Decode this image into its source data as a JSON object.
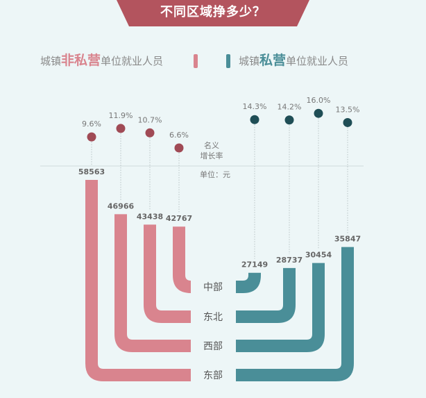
{
  "title": "不同区域挣多少？",
  "legend": {
    "left_prefix": "城镇",
    "left_highlight": "非私营",
    "left_suffix": "单位就业人员",
    "right_prefix": "城镇",
    "right_highlight": "私营",
    "right_suffix": "单位就业人员"
  },
  "notes": {
    "growth_line1": "名义",
    "growth_line2": "增长率",
    "unit": "单位：元"
  },
  "colors": {
    "non_private": "#d9848e",
    "private": "#4a8e98",
    "non_private_dot": "#a04a55",
    "private_dot": "#1f4e56",
    "banner": "#b3545e"
  },
  "chart_data": {
    "type": "bar",
    "categories": [
      "中部",
      "东北",
      "西部",
      "东部"
    ],
    "series": [
      {
        "name": "城镇非私营单位就业人员",
        "values": [
          42767,
          43438,
          46966,
          58563
        ],
        "growth": [
          "6.6%",
          "10.7%",
          "11.9%",
          "9.6%"
        ]
      },
      {
        "name": "城镇私营单位就业人员",
        "values": [
          27149,
          28737,
          30454,
          35847
        ],
        "growth": [
          "14.3%",
          "14.2%",
          "16.0%",
          "13.5%"
        ],
        "growth_value": [
          14.3,
          14.2,
          16.0,
          13.5
        ]
      }
    ],
    "non_private_growth_value": [
      6.6,
      10.7,
      11.9,
      9.6
    ]
  }
}
